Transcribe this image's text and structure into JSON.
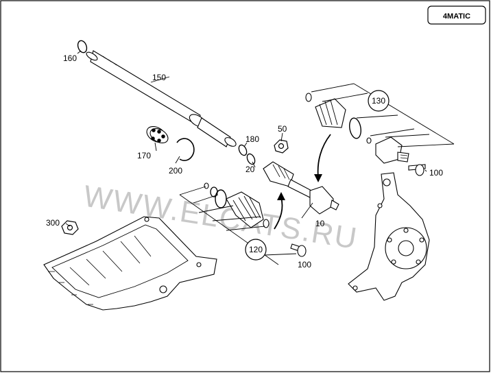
{
  "badge": "4MATIC",
  "watermark": "WWW.ELCATS.RU",
  "callouts": {
    "c160": "160",
    "c150": "150",
    "c170": "170",
    "c200": "200",
    "c180": "180",
    "c20": "20",
    "c50": "50",
    "c130": "130",
    "c100a": "100",
    "c10": "10",
    "c120": "120",
    "c100b": "100",
    "c300": "300"
  }
}
